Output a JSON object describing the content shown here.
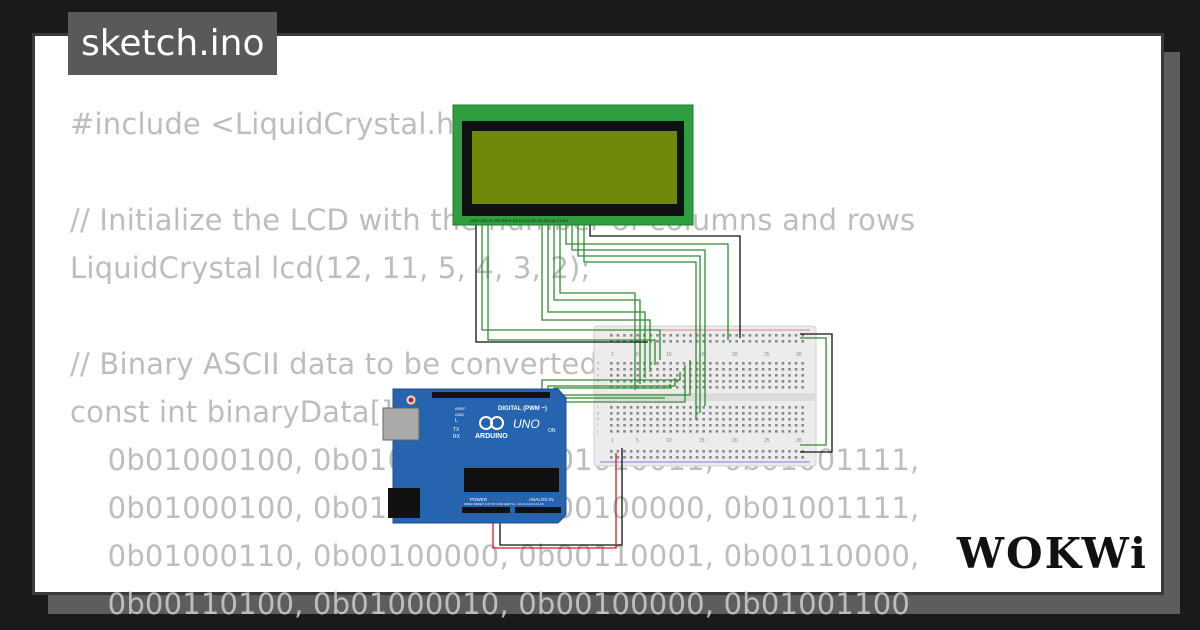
{
  "header": {
    "filename": "sketch.ino"
  },
  "code": {
    "lines": [
      "#include <LiquidCrystal.h>",
      "",
      "// Initialize the LCD with the number of columns and rows",
      "LiquidCrystal lcd(12, 11, 5, 4, 3, 2);",
      "",
      "// Binary ASCII data to be converted",
      "const int binaryData[] = {",
      "    0b01000100, 0b01000001, 0b01010011, 0b01001111,",
      "    0b01000100, 0b01000101, 0b00100000, 0b01001111,",
      "    0b01000110, 0b00100000, 0b00110001, 0b00110000,",
      "    0b00110100, 0b01000010, 0b00100000, 0b01001100"
    ]
  },
  "circuit": {
    "lcd_pin_labels": "VSS VDD V0 RS RW E D0 D1 D2 D3 D4 D5 D6 D7 A K",
    "arduino": {
      "brand": "ARDUINO",
      "model": "UNO",
      "digital_label": "DIGITAL (PWM ~)",
      "power_label": "POWER",
      "analog_label": "ANALOG IN",
      "on_label": "ON",
      "aref_label": "AREF",
      "gnd_label": "GND",
      "tx_label": "TX",
      "rx_label": "RX",
      "l_label": "L",
      "power_pins": "IOREF RESET 3.3V 5V GND GND Vin",
      "analog_pins": "A0 A1 A2 A3 A4 A5"
    },
    "breadboard": {
      "column_numbers": [
        "1",
        "5",
        "10",
        "15",
        "20",
        "25",
        "30"
      ],
      "row_letters_top": [
        "a",
        "b",
        "c",
        "d",
        "e"
      ],
      "row_letters_bottom": [
        "f",
        "g",
        "h",
        "i",
        "j"
      ]
    },
    "colors": {
      "signal_wire": "#2e8b2e",
      "power_wire": "#d62020",
      "ground_wire": "#111111",
      "lcd_pcb": "#2f9e3f",
      "lcd_screen": "#6f8a0a",
      "arduino_board": "#2664b0"
    }
  },
  "brand": {
    "logo": "WOKWi"
  }
}
